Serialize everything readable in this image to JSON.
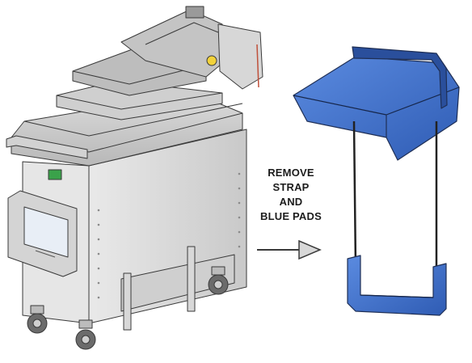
{
  "instruction": {
    "lines": [
      "REMOVE",
      "STRAP",
      "AND",
      "BLUE PADS"
    ]
  },
  "icons": {
    "machine": "heat-press-machine-illustration",
    "arrow": "right-arrow-icon",
    "packaging": "strap-and-blue-pads-illustration"
  },
  "colors": {
    "pad_blue": "#3f6ec8",
    "pad_blue_dark": "#2a4f9c",
    "line": "#2a2a2a",
    "machine_gray": "#d9d9d9",
    "screen": "#e8eef6"
  }
}
